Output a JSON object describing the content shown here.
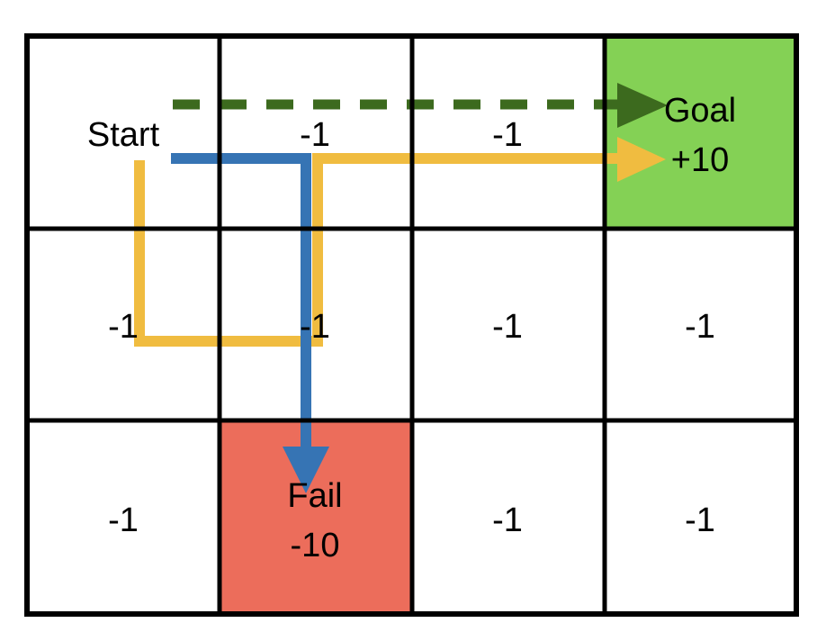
{
  "colors": {
    "grid_line": "#000000",
    "cell_default": "#ffffff",
    "goal_fill": "#84d155",
    "fail_fill": "#ec6d5b",
    "path_green_dashed": "#3c6a1e",
    "path_blue": "#3674b4",
    "path_yellow": "#f0bc40"
  },
  "grid": {
    "rows": 3,
    "cols": 4,
    "cells": [
      [
        {
          "lines": [
            "Start"
          ],
          "kind": "start"
        },
        {
          "lines": [
            "-1"
          ],
          "kind": "normal"
        },
        {
          "lines": [
            "-1"
          ],
          "kind": "normal"
        },
        {
          "lines": [
            "Goal",
            "+10"
          ],
          "kind": "goal"
        }
      ],
      [
        {
          "lines": [
            "-1"
          ],
          "kind": "normal"
        },
        {
          "lines": [
            "-1"
          ],
          "kind": "normal"
        },
        {
          "lines": [
            "-1"
          ],
          "kind": "normal"
        },
        {
          "lines": [
            "-1"
          ],
          "kind": "normal"
        }
      ],
      [
        {
          "lines": [
            "-1"
          ],
          "kind": "normal"
        },
        {
          "lines": [
            "Fail",
            "-10"
          ],
          "kind": "fail"
        },
        {
          "lines": [
            "-1"
          ],
          "kind": "normal"
        },
        {
          "lines": [
            "-1"
          ],
          "kind": "normal"
        }
      ]
    ]
  },
  "paths": [
    {
      "id": "green-dashed",
      "color_key": "path_green_dashed",
      "style": "dashed",
      "route": [
        "Start",
        "Goal"
      ]
    },
    {
      "id": "blue",
      "color_key": "path_blue",
      "style": "solid",
      "route": [
        "Start",
        "Fail"
      ]
    },
    {
      "id": "yellow",
      "color_key": "path_yellow",
      "style": "solid",
      "route": [
        "Start",
        "Goal"
      ]
    }
  ]
}
